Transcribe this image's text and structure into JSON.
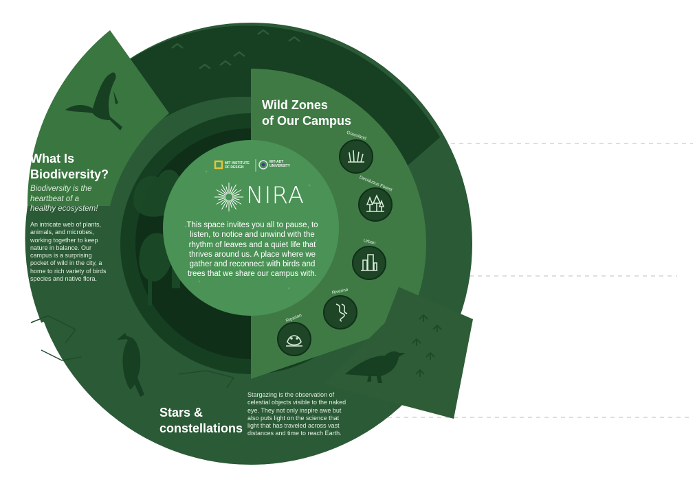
{
  "brand": {
    "institute_logo_text": [
      "MIT INSTITUTE",
      "OF DESIGN"
    ],
    "university_logo_text": [
      "MIT-ADT",
      "UNIVERSITY"
    ],
    "project_name": "NIRA"
  },
  "center": {
    "intro": "This space invites you all to pause, to listen, to notice and unwind with the rhythm of leaves and a quiet life that thrives around us. A place where we gather and reconnect with birds and trees that we share our campus with."
  },
  "biodiversity": {
    "title_line1": "What Is",
    "title_line2": "Biodiversity?",
    "tagline": "Biodiversity is the heartbeat of a healthy ecosystem!",
    "description": "An intricate web of plants, animals, and microbes, working together to keep nature in balance. Our campus is a surprising pocket of wild in the city, a home to rich variety of birds species and native flora."
  },
  "wild_zones": {
    "title_line1": "Wild Zones",
    "title_line2": "of Our Campus",
    "zones": [
      {
        "label": "Grassland",
        "icon": "grass-icon"
      },
      {
        "label": "Deciduous Forest",
        "icon": "trees-icon"
      },
      {
        "label": "Urban",
        "icon": "buildings-icon"
      },
      {
        "label": "Riverine",
        "icon": "river-icon"
      },
      {
        "label": "Riparian",
        "icon": "riparian-bird-icon"
      }
    ]
  },
  "stars": {
    "title_line1": "Stars &",
    "title_line2": "constellations",
    "description": "Stargazing is the observation of celestial objects visible to the naked eye. They not only inspire awe but also puts light on the science that light that has traveled across vast distances and time to reach Earth."
  },
  "colors": {
    "outer_ring": "#2b5a36",
    "inner_ring": "#163f22",
    "core_dark": "#0f2f18",
    "center_circle": "#4a9255",
    "zones_panel": "#3f7a45",
    "zone_badge": "#1d4526",
    "top_left_wedge": "#3a7640",
    "right_wedge": "#2d5c37",
    "guide_line": "#bfbfbf"
  }
}
